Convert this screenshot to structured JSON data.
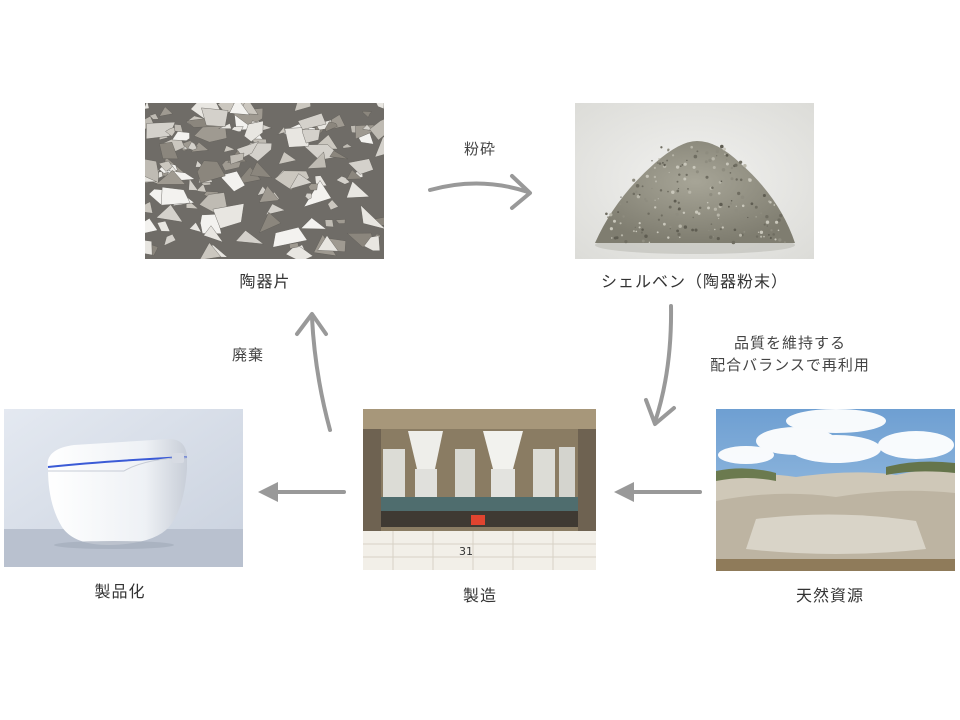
{
  "nodes": {
    "shards": {
      "label": "陶器片",
      "image": "ceramic-shards-photo"
    },
    "shellben": {
      "label": "シェルベン（陶器粉末）",
      "image": "ceramic-powder-photo"
    },
    "natural": {
      "label": "天然資源",
      "image": "quarry-photo"
    },
    "manufacturing": {
      "label": "製造",
      "image": "kiln-photo",
      "kiln_number": "31"
    },
    "product": {
      "label": "製品化",
      "image": "toilet-photo"
    }
  },
  "edges": {
    "crush": {
      "label": "粉砕"
    },
    "reuse": {
      "line1": "品質を維持する",
      "line2": "配合バランスで再利用"
    },
    "discard": {
      "label": "廃棄"
    }
  },
  "colors": {
    "arrow": "#999999",
    "text": "#333333"
  }
}
